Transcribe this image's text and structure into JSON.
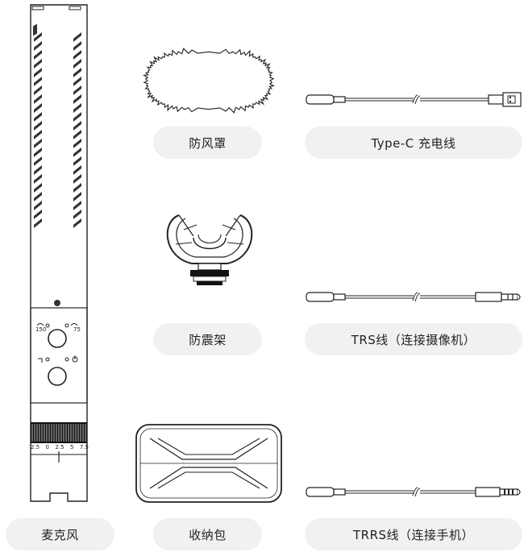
{
  "labels": {
    "windscreen": "防风罩",
    "typec_cable": "Type-C 充电线",
    "shock_mount": "防震架",
    "trs_cable": "TRS线（连接摄像机）",
    "trrs_cable": "TRRS线（连接手机）",
    "microphone": "麦克风",
    "case": "收纳包"
  },
  "mic": {
    "label_150": "150",
    "label_75": "75",
    "scale": [
      "2.5",
      "0",
      "2.5",
      "5",
      "7.5"
    ]
  }
}
